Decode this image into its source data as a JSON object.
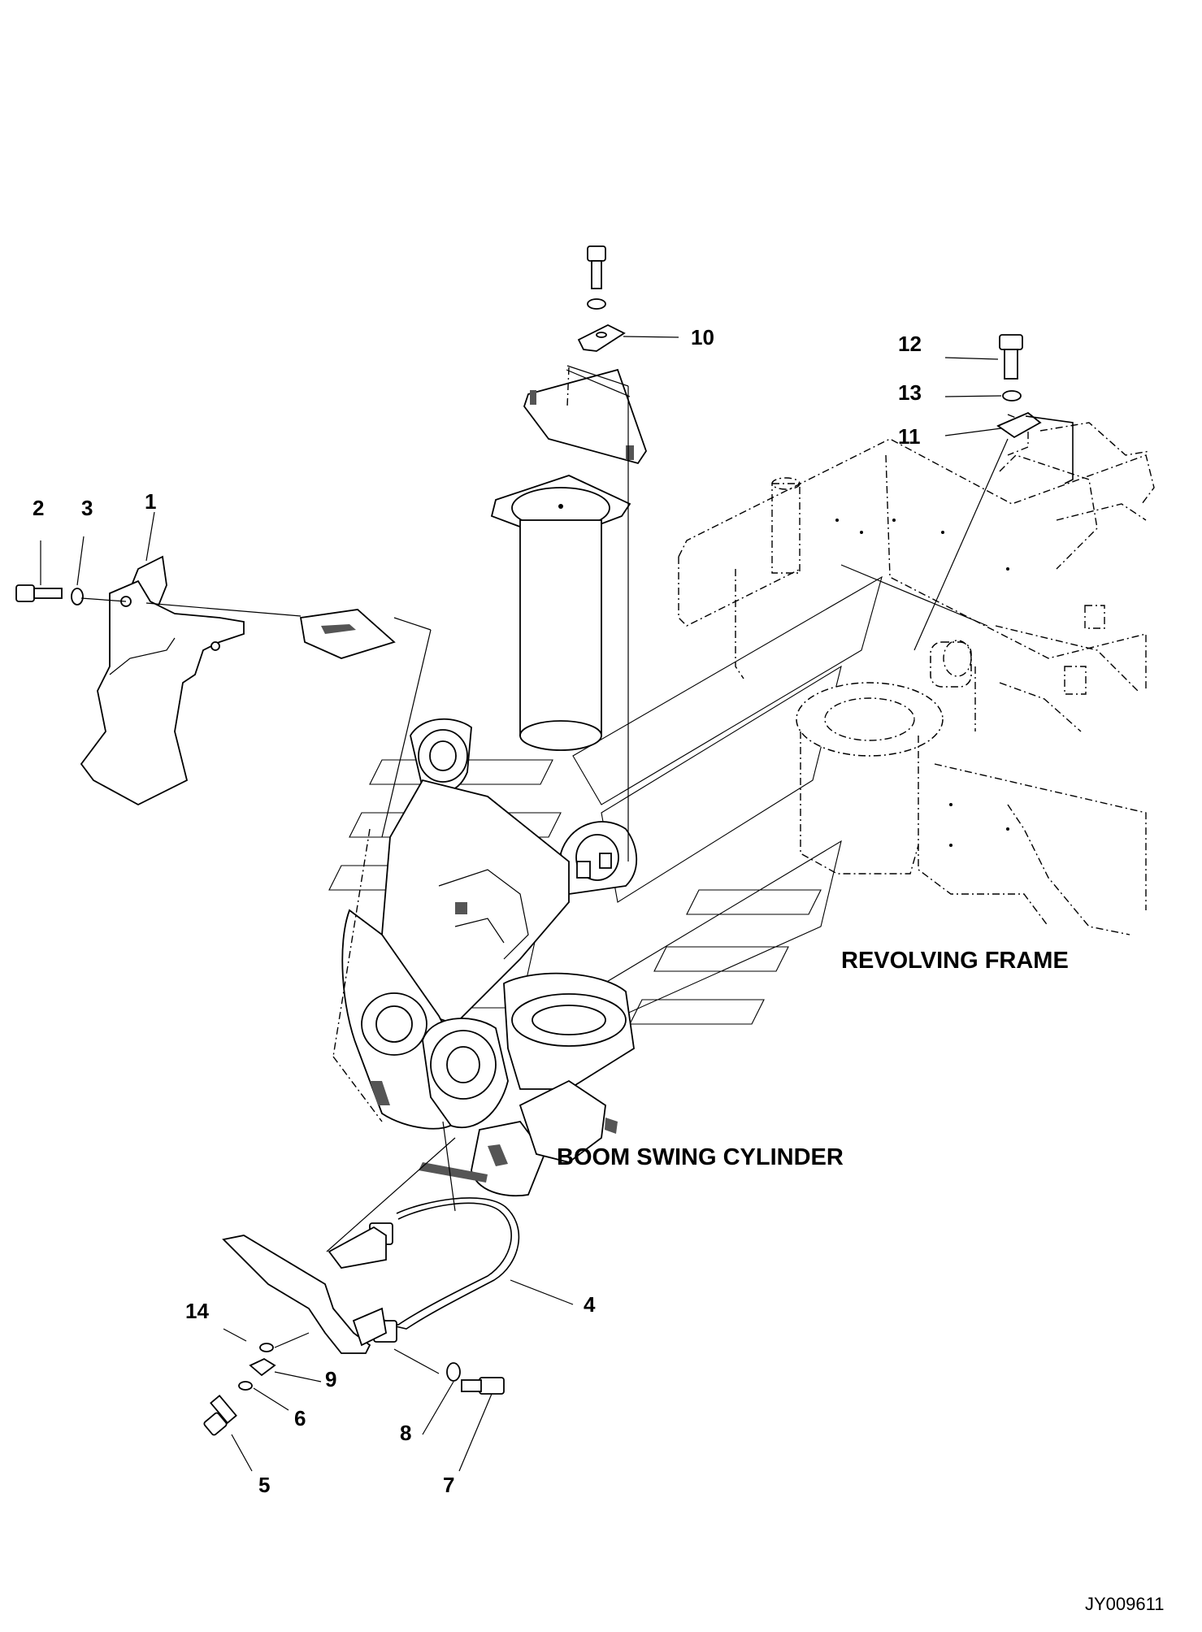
{
  "callouts": {
    "c1": "1",
    "c2": "2",
    "c3": "3",
    "c4": "4",
    "c5": "5",
    "c6": "6",
    "c7": "7",
    "c8": "8",
    "c9": "9",
    "c10": "10",
    "c11": "11",
    "c12": "12",
    "c13": "13",
    "c14": "14"
  },
  "captions": {
    "revolving_frame": "REVOLVING FRAME",
    "boom_swing_cylinder": "BOOM SWING CYLINDER"
  },
  "document_id": "JY009611"
}
